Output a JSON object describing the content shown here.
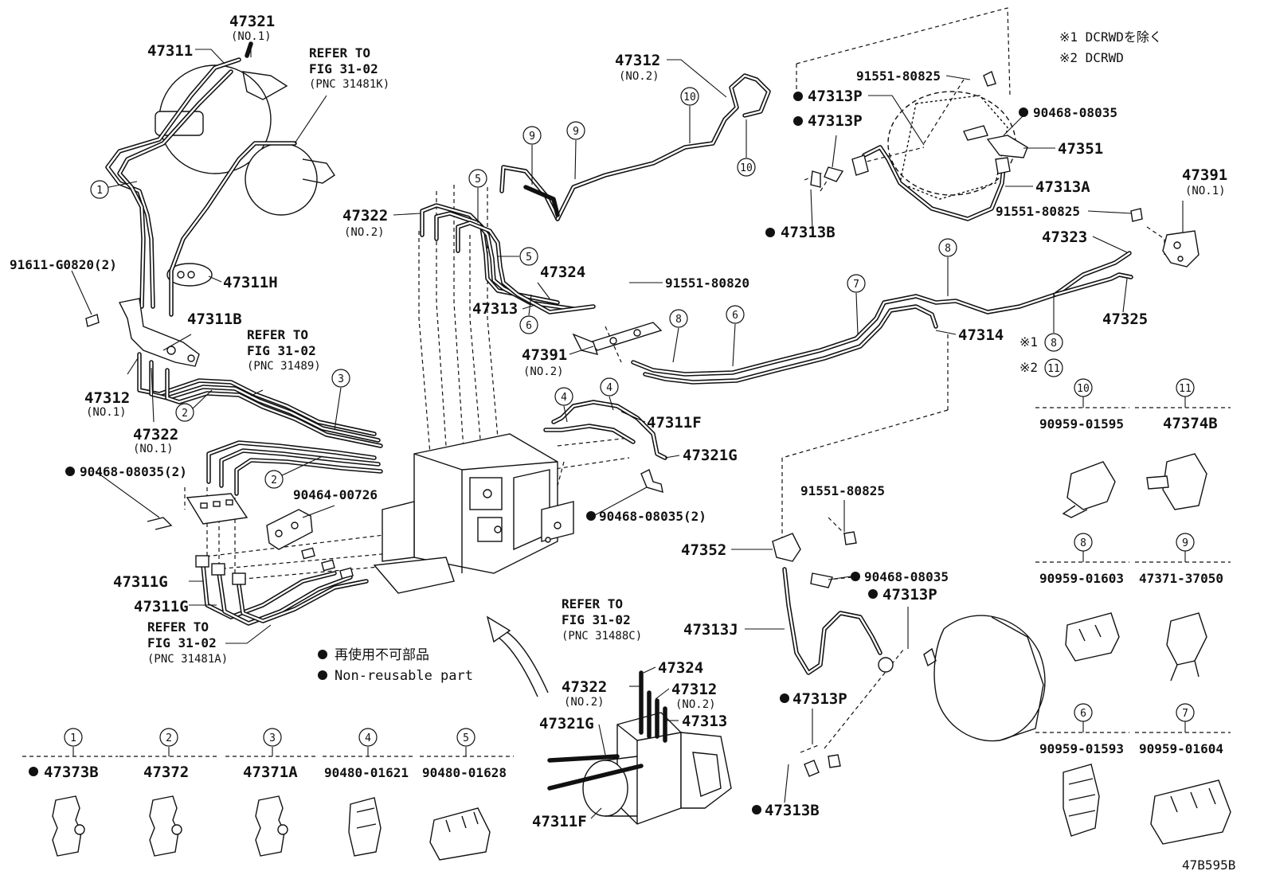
{
  "notes": {
    "note1": "※1 DCRWDを除く",
    "note2": "※2 DCRWD",
    "legend_non_reusable_ja": "再使用不可部品",
    "legend_non_reusable_en": "Non-reusable part",
    "drawing_code": "47B595B"
  },
  "references": [
    {
      "l1": "REFER TO",
      "l2": "FIG 31-02",
      "l3": "(PNC 31481K)"
    },
    {
      "l1": "REFER TO",
      "l2": "FIG 31-02",
      "l3": "(PNC 31489)"
    },
    {
      "l1": "REFER TO",
      "l2": "FIG 31-02",
      "l3": "(PNC 31481A)"
    },
    {
      "l1": "REFER TO",
      "l2": "FIG 31-02",
      "l3": "(PNC 31488C)"
    }
  ],
  "parts": {
    "p47321": "47321",
    "p47321_sub": "(NO.1)",
    "p47311": "47311",
    "p91611": "91611-G0820(2)",
    "p47311H": "47311H",
    "p47311B": "47311B",
    "p47312a": "47312",
    "p47312a_sub": "(NO.1)",
    "p47322a": "47322",
    "p47322a_sub": "(NO.1)",
    "p90468a": "90468-08035(2)",
    "p90464": "90464-00726",
    "p47311G_1": "47311G",
    "p47311G_2": "47311G",
    "p47322b": "47322",
    "p47322b_sub": "(NO.2)",
    "p47312b": "47312",
    "p47312b_sub": "(NO.2)",
    "p47324": "47324",
    "p47313": "47313",
    "p91551_20": "91551-80820",
    "p47391b": "47391",
    "p47391b_sub": "(NO.2)",
    "p47311F": "47311F",
    "p47321G": "47321G",
    "p90468b": "90468-08035(2)",
    "p91551_25a": "91551-80825",
    "p47313P_1": "47313P",
    "p47313P_2": "47313P",
    "p90468c": "90468-08035",
    "p47351": "47351",
    "p47313A": "47313A",
    "p47313B_1": "47313B",
    "p91551_25b": "91551-80825",
    "p47391a": "47391",
    "p47391a_sub": "(NO.1)",
    "p47323": "47323",
    "p47325": "47325",
    "p47314": "47314",
    "p91551_25c": "91551-80825",
    "p47352": "47352",
    "p90468d": "90468-08035",
    "p47313P_3": "47313P",
    "p47313J": "47313J",
    "p47313P_4": "47313P",
    "p47313B_2": "47313B",
    "ins_47324": "47324",
    "ins_47322": "47322",
    "ins_47322_sub": "(NO.2)",
    "ins_47312": "47312",
    "ins_47312_sub": "(NO.2)",
    "ins_47321G": "47321G",
    "ins_47313": "47313",
    "ins_47311F": "47311F"
  },
  "callout_marks": {
    "n1": "1",
    "n2": "2",
    "n3": "3",
    "n4": "4",
    "n5": "5",
    "n6": "6",
    "n7": "7",
    "n8": "8",
    "n9": "9",
    "n10": "10",
    "n11": "11"
  },
  "note_markers": {
    "m1": "※1",
    "m2": "※2"
  },
  "clamp_keys": [
    {
      "num": "1",
      "part": "47373B"
    },
    {
      "num": "2",
      "part": "47372"
    },
    {
      "num": "3",
      "part": "47371A"
    },
    {
      "num": "4",
      "part": "90480-01621"
    },
    {
      "num": "5",
      "part": "90480-01628"
    },
    {
      "num": "10",
      "part": "90959-01595"
    },
    {
      "num": "11",
      "part": "47374B"
    },
    {
      "num": "8",
      "part": "90959-01603"
    },
    {
      "num": "9",
      "part": "47371-37050"
    },
    {
      "num": "6",
      "part": "90959-01593"
    },
    {
      "num": "7",
      "part": "90959-01604"
    }
  ]
}
